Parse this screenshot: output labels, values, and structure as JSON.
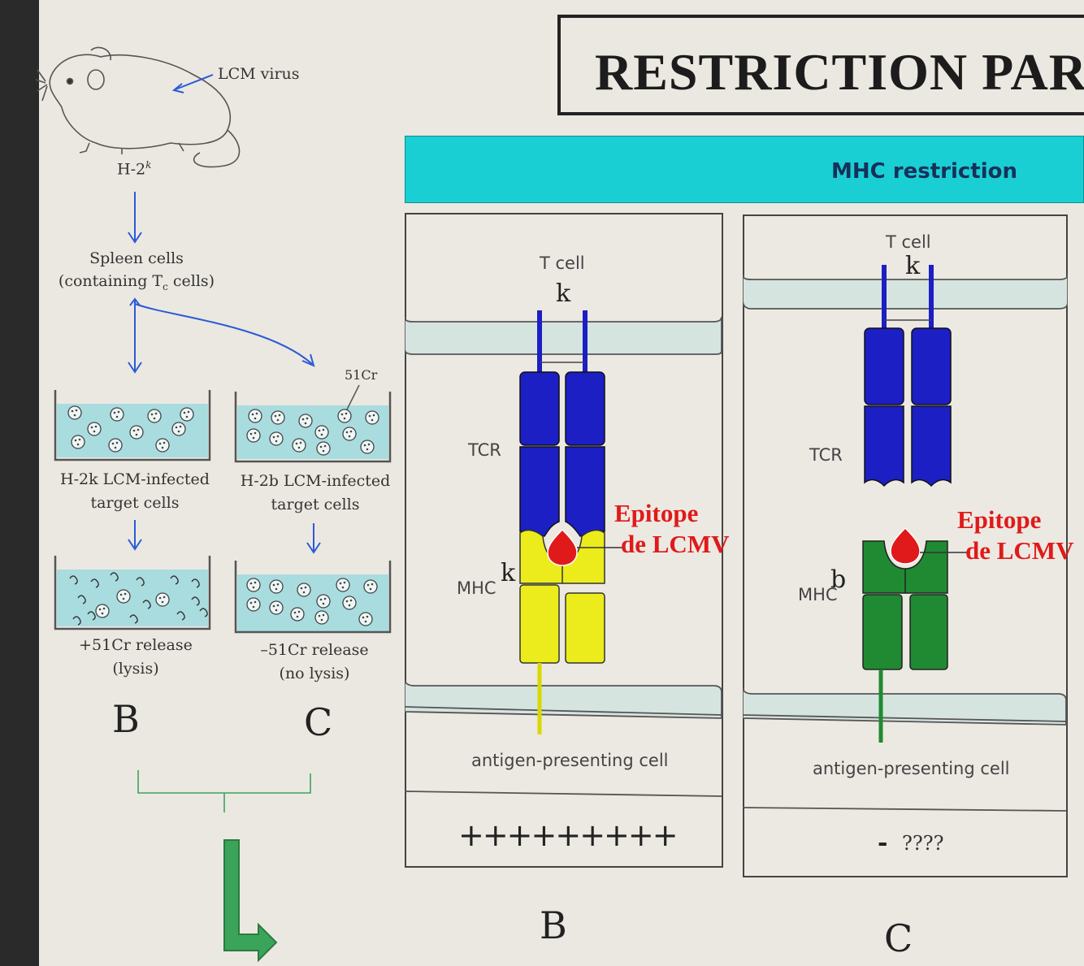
{
  "title": "RESTRICTION PAR",
  "banner": "MHC restriction",
  "experiment": {
    "virus_label": "LCM virus",
    "mouse_label": "H-2",
    "mouse_sup": "k",
    "spleen_line1": "Spleen cells",
    "spleen_line2a": "(containing T",
    "spleen_sub": "c",
    "spleen_line2b": " cells)",
    "cr_label": "51Cr",
    "left_target_line1": "H-2k LCM-infected",
    "left_target_line2": "target cells",
    "right_target_line1": "H-2b LCM-infected",
    "right_target_line2": "target cells",
    "left_result_line1": "+51Cr release",
    "left_result_line2": "(lysis)",
    "right_result_line1": "–51Cr release",
    "right_result_line2": "(no lysis)",
    "letter_b": "B",
    "letter_c": "C"
  },
  "panel_b": {
    "t_cell": "T  cell",
    "haplotype_t": "k",
    "tcr": "TCR",
    "mhc": "MHC",
    "mhc_haplotype": "k",
    "epitope_line1": "Epitope",
    "epitope_line2": "de LCMV",
    "apc": "antigen-presenting  cell",
    "result": "+++++++++",
    "letter": "B"
  },
  "panel_c": {
    "t_cell": "T  cell",
    "haplotype_t": "k",
    "tcr": "TCR",
    "mhc": "MHC",
    "mhc_haplotype": "b",
    "epitope_line1": "Epitope",
    "epitope_line2": "de LCMV",
    "apc": "antigen-presenting  cell",
    "result_dash": "-",
    "result_q": "????",
    "letter": "C"
  },
  "colors": {
    "tcr": "#1c1fc4",
    "mhc_k": "#ecec1c",
    "mhc_b": "#1f8a32",
    "epitope": "#e01a1a",
    "banner": "#19cfd4",
    "well_fluid": "#a9dcdf",
    "arrow": "#2a5bd6",
    "bracket": "#3aa55a"
  }
}
